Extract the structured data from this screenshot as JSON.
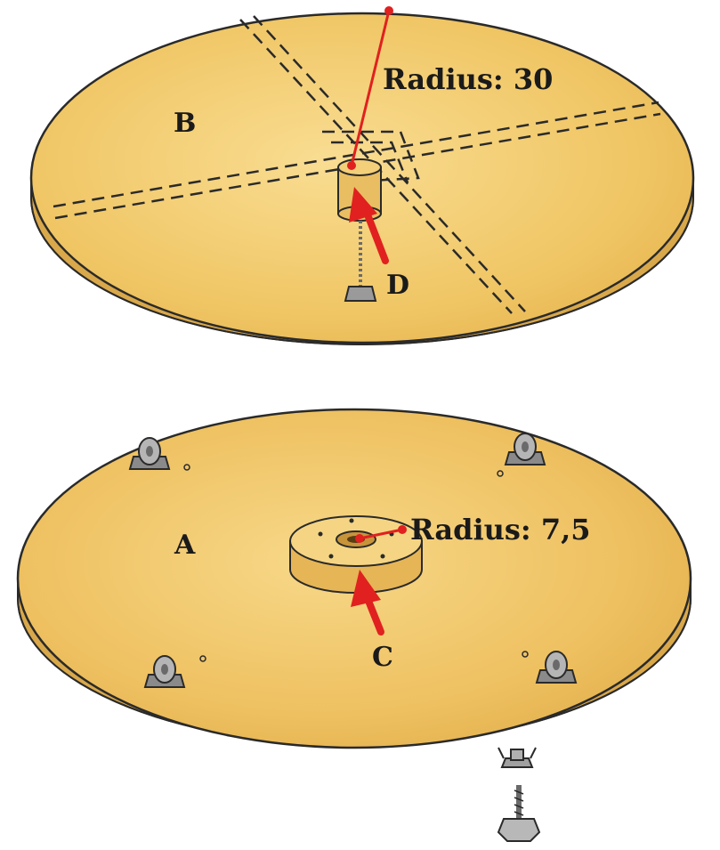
{
  "labels": {
    "disc_b": "B",
    "disc_a": "A",
    "radius_b": "Radius: 30",
    "radius_a": "Radius: 7,5",
    "callout_d": "D",
    "callout_c": "C"
  },
  "colors": {
    "wood_top": "#f2c96a",
    "wood_light": "#f8dc8e",
    "wood_edge": "#d9a84a",
    "outline": "#2a2a2a",
    "accent_red": "#e0211f",
    "hardware": "#9a9a9a"
  }
}
